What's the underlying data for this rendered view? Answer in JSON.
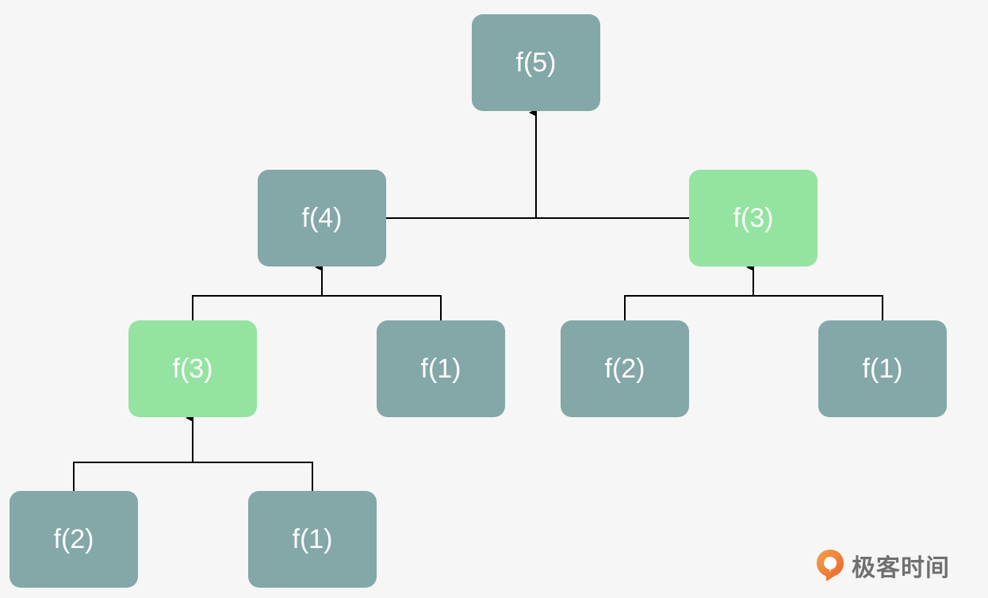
{
  "nodes": {
    "root_f5": {
      "label": "f(5)",
      "state": "computed"
    },
    "f4": {
      "label": "f(4)",
      "state": "computed"
    },
    "f3_right": {
      "label": "f(3)",
      "state": "memoized"
    },
    "f3_left": {
      "label": "f(3)",
      "state": "memoized"
    },
    "f1_mid": {
      "label": "f(1)",
      "state": "computed"
    },
    "f2_right": {
      "label": "f(2)",
      "state": "computed"
    },
    "f1_right": {
      "label": "f(1)",
      "state": "computed"
    },
    "f2_bottom": {
      "label": "f(2)",
      "state": "computed"
    },
    "f1_bottom": {
      "label": "f(1)",
      "state": "computed"
    }
  },
  "colors": {
    "computed": "#84a7a8",
    "memoized": "#94e3a0",
    "edge": "#000000",
    "background": "#f5f6f5"
  },
  "logo": {
    "text": "极客时间",
    "icon": "geektime-logo-icon"
  }
}
